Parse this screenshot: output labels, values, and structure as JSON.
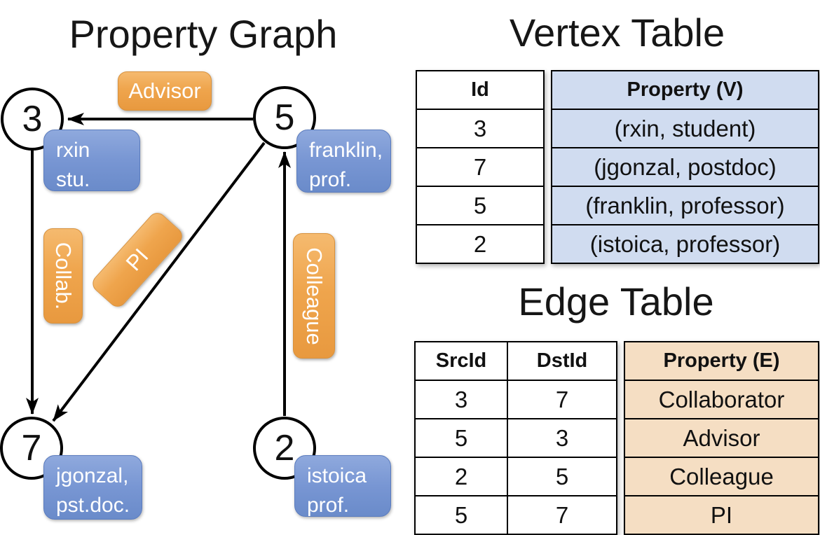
{
  "colors": {
    "edge_label_orange": "#EFA54D",
    "vertex_label_blue": "#7896D3",
    "vertex_table_fill": "#D0DCF0",
    "edge_table_fill": "#F5DEC3",
    "line_color": "#000000"
  },
  "graph": {
    "title": "Property Graph",
    "nodes": [
      {
        "id": "3",
        "name": "rxin",
        "role": "stu."
      },
      {
        "id": "5",
        "name": "franklin,",
        "role": "prof."
      },
      {
        "id": "7",
        "name": "jgonzal,",
        "role": "pst.doc."
      },
      {
        "id": "2",
        "name": "istoica",
        "role": "prof."
      }
    ],
    "edge_labels": [
      {
        "label": "Advisor"
      },
      {
        "label": "Collab."
      },
      {
        "label": "PI"
      },
      {
        "label": "Colleague"
      }
    ]
  },
  "vertex_table": {
    "title": "Vertex Table",
    "headers": {
      "id": "Id",
      "property": "Property (V)"
    },
    "rows": [
      {
        "id": "3",
        "property": "(rxin, student)"
      },
      {
        "id": "7",
        "property": "(jgonzal, postdoc)"
      },
      {
        "id": "5",
        "property": "(franklin, professor)"
      },
      {
        "id": "2",
        "property": "(istoica, professor)"
      }
    ]
  },
  "edge_table": {
    "title": "Edge Table",
    "headers": {
      "src": "SrcId",
      "dst": "DstId",
      "property": "Property (E)"
    },
    "rows": [
      {
        "src": "3",
        "dst": "7",
        "property": "Collaborator"
      },
      {
        "src": "5",
        "dst": "3",
        "property": "Advisor"
      },
      {
        "src": "2",
        "dst": "5",
        "property": "Colleague"
      },
      {
        "src": "5",
        "dst": "7",
        "property": "PI"
      }
    ]
  }
}
